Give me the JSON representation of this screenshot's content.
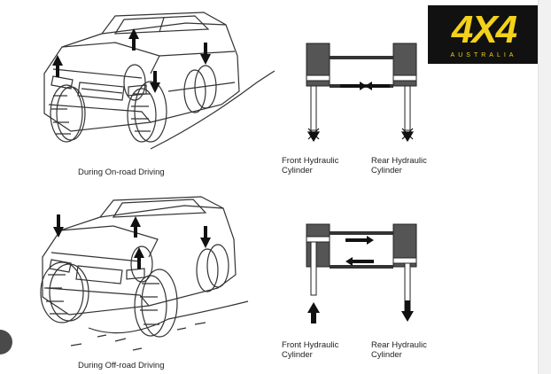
{
  "logo": {
    "main": "4X4",
    "sub": "AUSTRALIA",
    "color": "#f4d11a",
    "background": "#111111"
  },
  "panels": [
    {
      "caption": "During On-road Driving",
      "front_label": [
        "Front Hydraulic",
        "Cylinder"
      ],
      "rear_label": [
        "Rear Hydraulic",
        "Cylinder"
      ]
    },
    {
      "caption": "During Off-road Driving",
      "front_label": [
        "Front Hydraulic",
        "Cylinder"
      ],
      "rear_label": [
        "Rear Hydraulic",
        "Cylinder"
      ]
    }
  ],
  "icons": {
    "arrow": "arrow-icon",
    "blocked_arrow": "blocked-arrow-icon",
    "nav": "circle-button-icon"
  }
}
